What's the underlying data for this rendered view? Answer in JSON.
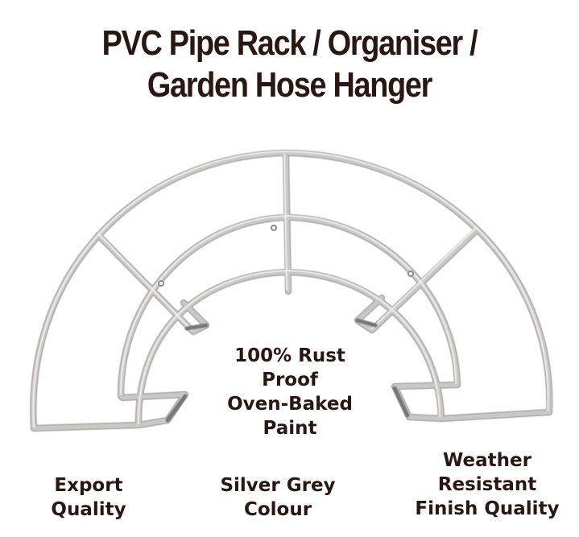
{
  "title": {
    "line1": "PVC Pipe Rack / Organiser /",
    "line2": "Garden Hose Hanger"
  },
  "product_image": {
    "subject": "semicircular metal garden hose hanger rack",
    "colors": {
      "pipe": "#c9c7c4",
      "pipe_shadow": "#8f8d8b",
      "pipe_highlight": "#ecebea",
      "text": "#2a1712",
      "background": "#ffffff"
    }
  },
  "features": {
    "center": [
      "100% Rust",
      "Proof",
      "Oven-Baked",
      "Paint"
    ],
    "export": [
      "Export",
      "Quality"
    ],
    "silver": [
      "Silver Grey",
      "Colour"
    ],
    "weather": [
      "Weather",
      "Resistant",
      "Finish Quality"
    ]
  }
}
